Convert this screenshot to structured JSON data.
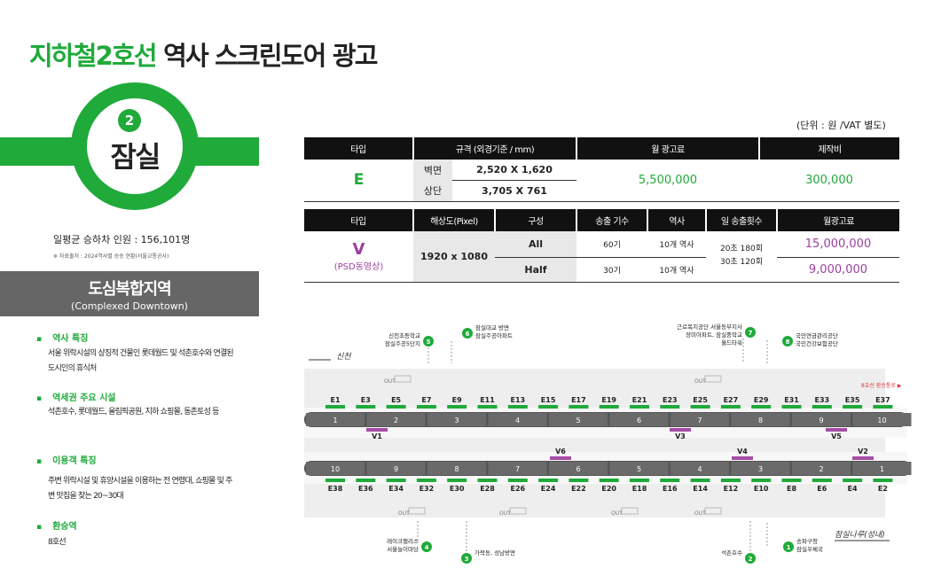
{
  "header": {
    "line": "지하철2호선",
    "rest": " 역사 스크린도어 광고"
  },
  "station": {
    "number": "2",
    "name": "잠실",
    "ridership": "일평균 승하차 인원 : 156,101명",
    "source": "※ 자료출처 : 2024역사별 승승 현황(서울교통공사)"
  },
  "zone": {
    "title": "도심복합지역",
    "subtitle": "(Complexed Downtown)"
  },
  "sections": [
    {
      "heading": "역사 특징",
      "body": "서울 위락시설의 상징적 건물인 롯데월드 및 석촌호수와 연결된 도시인의 휴식처"
    },
    {
      "heading": "역세권 주요 시설",
      "body": "석촌호수, 롯데월드, 올림픽공원, 지하 쇼핑몰, 동촌토성 등"
    },
    {
      "heading": "이용객 특징",
      "body": "주변 위락시설 및 휴양시설을 이용하는 전 연령대, 쇼핑몰 및 주변 맛집을 찾는 20~30대"
    },
    {
      "heading": "환승역",
      "body": "8호선"
    }
  ],
  "unit_note": "(단위 : 원 /VAT 별도)",
  "table1": {
    "headers": [
      "타입",
      "규격 (외경기준 / mm)",
      "월 광고료",
      "제작비"
    ],
    "type": "E",
    "rows": [
      {
        "label": "벽면",
        "size": "2,520 X 1,620"
      },
      {
        "label": "상단",
        "size": "3,705 X 761"
      }
    ],
    "fee": "5,500,000",
    "production": "300,000"
  },
  "table2": {
    "headers": [
      "타입",
      "해상도(Pixel)",
      "구성",
      "송출 기수",
      "역사",
      "일 송출횟수",
      "월광고료"
    ],
    "type": "V",
    "type_sub": "(PSD동영상)",
    "resolution": "1920 x 1080",
    "rows": [
      {
        "config": "All",
        "units": "60기",
        "stations": "10개 역사",
        "fee": "15,000,000"
      },
      {
        "config": "Half",
        "units": "30기",
        "stations": "10개 역사",
        "fee": "9,000,000"
      }
    ],
    "daily": [
      "20초 180회",
      "30초 120회"
    ]
  },
  "map": {
    "left_dir": "신천",
    "right_dir": "잠실나루(성내)",
    "transfer": "8호선 환승통로 ▶",
    "out": "OUT",
    "top_e": [
      "E1",
      "E3",
      "E5",
      "E7",
      "E9",
      "E11",
      "E13",
      "E15",
      "E17",
      "E19",
      "E21",
      "E23",
      "E25",
      "E27",
      "E29",
      "E31",
      "E33",
      "E35",
      "E37"
    ],
    "bot_e": [
      "E38",
      "E36",
      "E34",
      "E32",
      "E30",
      "E28",
      "E26",
      "E24",
      "E22",
      "E20",
      "E18",
      "E16",
      "E14",
      "E12",
      "E10",
      "E8",
      "E6",
      "E4",
      "E2"
    ],
    "top_cars": [
      "1",
      "2",
      "3",
      "4",
      "5",
      "6",
      "7",
      "8",
      "9",
      "10"
    ],
    "bot_cars": [
      "10",
      "9",
      "8",
      "7",
      "6",
      "5",
      "4",
      "3",
      "2",
      "1"
    ],
    "v_top": [
      {
        "label": "V1"
      },
      {
        "label": "V3"
      },
      {
        "label": "V5"
      }
    ],
    "v_bot": [
      {
        "label": "V6"
      },
      {
        "label": "V4"
      },
      {
        "label": "V2"
      }
    ],
    "exits_top": [
      {
        "n": "5",
        "text": [
          "신천초등학교",
          "잠실주공5단지"
        ]
      },
      {
        "n": "6",
        "text": [
          "잠실대교 방면",
          "잠실주공아파트"
        ]
      },
      {
        "n": "7",
        "text": [
          "근로복지공단 서울동부지사",
          "장미아파트, 잠실중학교",
          "월드타워"
        ]
      },
      {
        "n": "8",
        "text": [
          "국민연금관리공단",
          "국민건강보험공단"
        ]
      }
    ],
    "exits_bot": [
      {
        "n": "4",
        "text": [
          "레이크팰리스",
          "서울놀이마당"
        ]
      },
      {
        "n": "3",
        "text": [
          "가락동, 성남방면"
        ]
      },
      {
        "n": "2",
        "text": [
          "석촌호수"
        ]
      },
      {
        "n": "1",
        "text": [
          "송파구청",
          "잠실우체국"
        ]
      }
    ]
  }
}
